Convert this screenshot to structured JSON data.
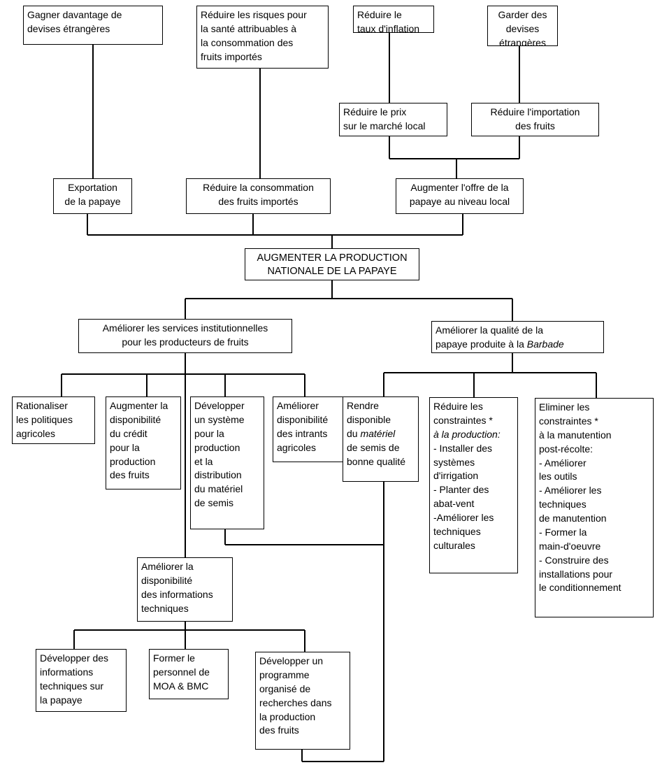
{
  "goals": {
    "foreign_exchange": "Gagner davantage de\ndevises étrangères",
    "health_risk": "Réduire les risques pour\nla santé attribuables à\nla consommation des\nfruits importés",
    "inflation": "Réduire le\ntaux d'inflation",
    "keep_currency": "Garder des\ndevises\nétrangères"
  },
  "mid": {
    "price": "Réduire le prix\nsur le marché local",
    "imports": "Réduire l'importation\ndes fruits"
  },
  "level3": {
    "export": "Exportation\nde la papaye",
    "consumption": "Réduire la consommation\ndes fruits importés",
    "supply": "Augmenter l'offre de la\npapaye au niveau local"
  },
  "root": {
    "label": "AUGMENTER LA PRODUCTION\nNATIONALE DE LA PAPAYE"
  },
  "branches": {
    "institutional": "Améliorer les services institutionnelles\npour les producteurs de fruits",
    "quality_pre": "Améliorer la qualité de la\npapaye produite à la ",
    "quality_em": "Barbade"
  },
  "institutional_children": {
    "policies": "Rationaliser\nles politiques\nagricoles",
    "credit": "Augmenter la\ndisponibilité\ndu crédit\npour la\nproduction\ndes fruits",
    "seed_system": "Développer\nun système\npour la\nproduction\net la\ndistribution\ndu matériel\nde semis",
    "inputs": "Améliorer\ndisponibilité\ndes intrants\nagricoles"
  },
  "quality_children": {
    "seed_avail_pre": "Rendre\ndisponible\ndu ",
    "seed_avail_em": "matériel",
    "seed_avail_post": "\nde semis de\nbonne qualité",
    "production_pre": "Réduire les\nconstraintes *\n",
    "production_em": "à la production:",
    "production_post": "\n- Installer des\n   systèmes\n   d'irrigation\n- Planter des\n   abat-vent\n-Améliorer les\n  techniques\n  culturales",
    "postharvest": "Eliminer les\n  constraintes *\nà la manutention\npost-récolte:\n- Améliorer\n  les outils\n- Améliorer les\n  techniques\n  de manutention\n- Former la\n   main-d'oeuvre\n - Construire des\n   installations pour\n    le conditionnement"
  },
  "tech_info": {
    "label": "Améliorer la\ndisponibilité\ndes informations\ntechniques"
  },
  "tech_children": {
    "develop_info": "Développer des\ninformations\ntechniques sur\nla papaye",
    "train": "Former le\npersonnel de\nMOA & BMC",
    "research": "Développer un\nprogramme\norganisé de\nrecherches dans\nla production\ndes fruits"
  }
}
